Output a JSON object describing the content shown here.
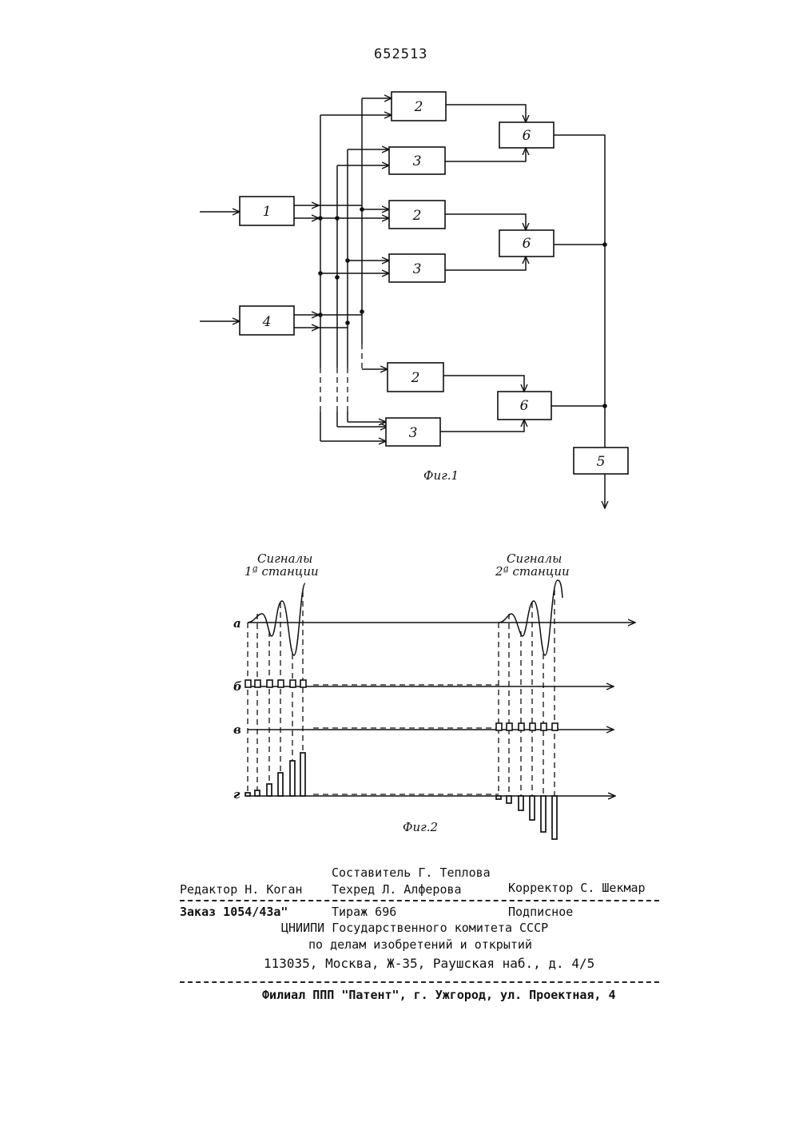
{
  "page_number": "652513",
  "fig1": {
    "caption": "Фиг.1",
    "blocks": {
      "b1": "1",
      "b4": "4",
      "b5": "5",
      "b2": "2",
      "b3": "3",
      "b6": "6"
    }
  },
  "fig2": {
    "caption": "Фиг.2",
    "station1": {
      "line1": "Сигналы",
      "line2": "1ª станции"
    },
    "station2": {
      "line1": "Сигналы",
      "line2": "2ª станции"
    },
    "rows": [
      "а",
      "б",
      "в",
      "г"
    ]
  },
  "imprint": {
    "compiler": "Составитель Г. Теплова",
    "editor": "Редактор Н. Коган",
    "techred": "Техред Л. Алферова",
    "corrector": "Корректор С. Шекмар",
    "order": "Заказ 1054/43а\"",
    "tirage": "Тираж 696",
    "subscription": "Подписное",
    "org1": "ЦНИИПИ Государственного комитета СССР",
    "org2": "по делам изобретений и открытий",
    "address": "113035, Москва, Ж-35, Раушская наб., д. 4/5",
    "branch": "Филиал ППП \"Патент\", г. Ужгород, ул. Проектная, 4"
  }
}
